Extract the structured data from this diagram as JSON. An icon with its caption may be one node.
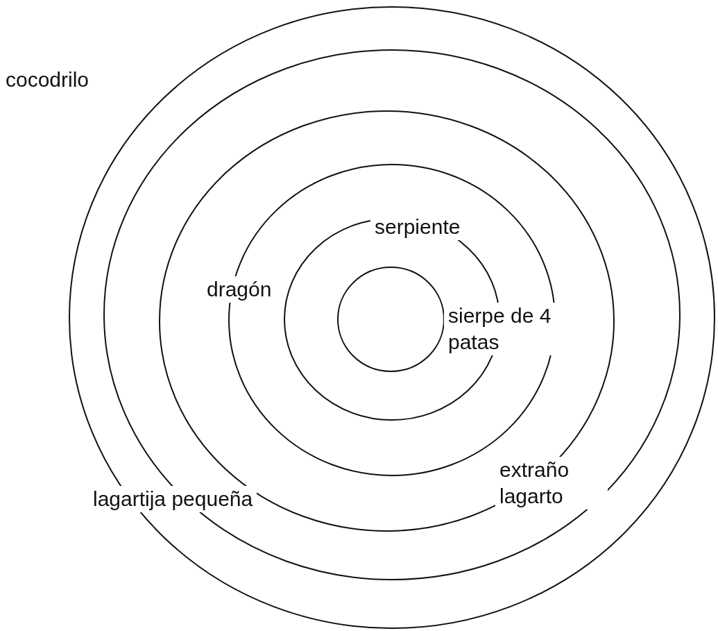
{
  "diagram": {
    "nodes": [
      {
        "text": [
          "cocodrilo"
        ]
      },
      {
        "text": [
          "lagartija pequeña"
        ],
        "in": 0
      },
      {
        "text": [
          "extraño lagarto"
        ],
        "in": 1
      },
      {
        "text": [
          "dragón"
        ],
        "in": 2
      },
      {
        "text": [
          "serpiente"
        ],
        "in": 3
      },
      {
        "text": [
          "sierpe de 4 patas"
        ],
        "in": 4
      }
    ]
  }
}
